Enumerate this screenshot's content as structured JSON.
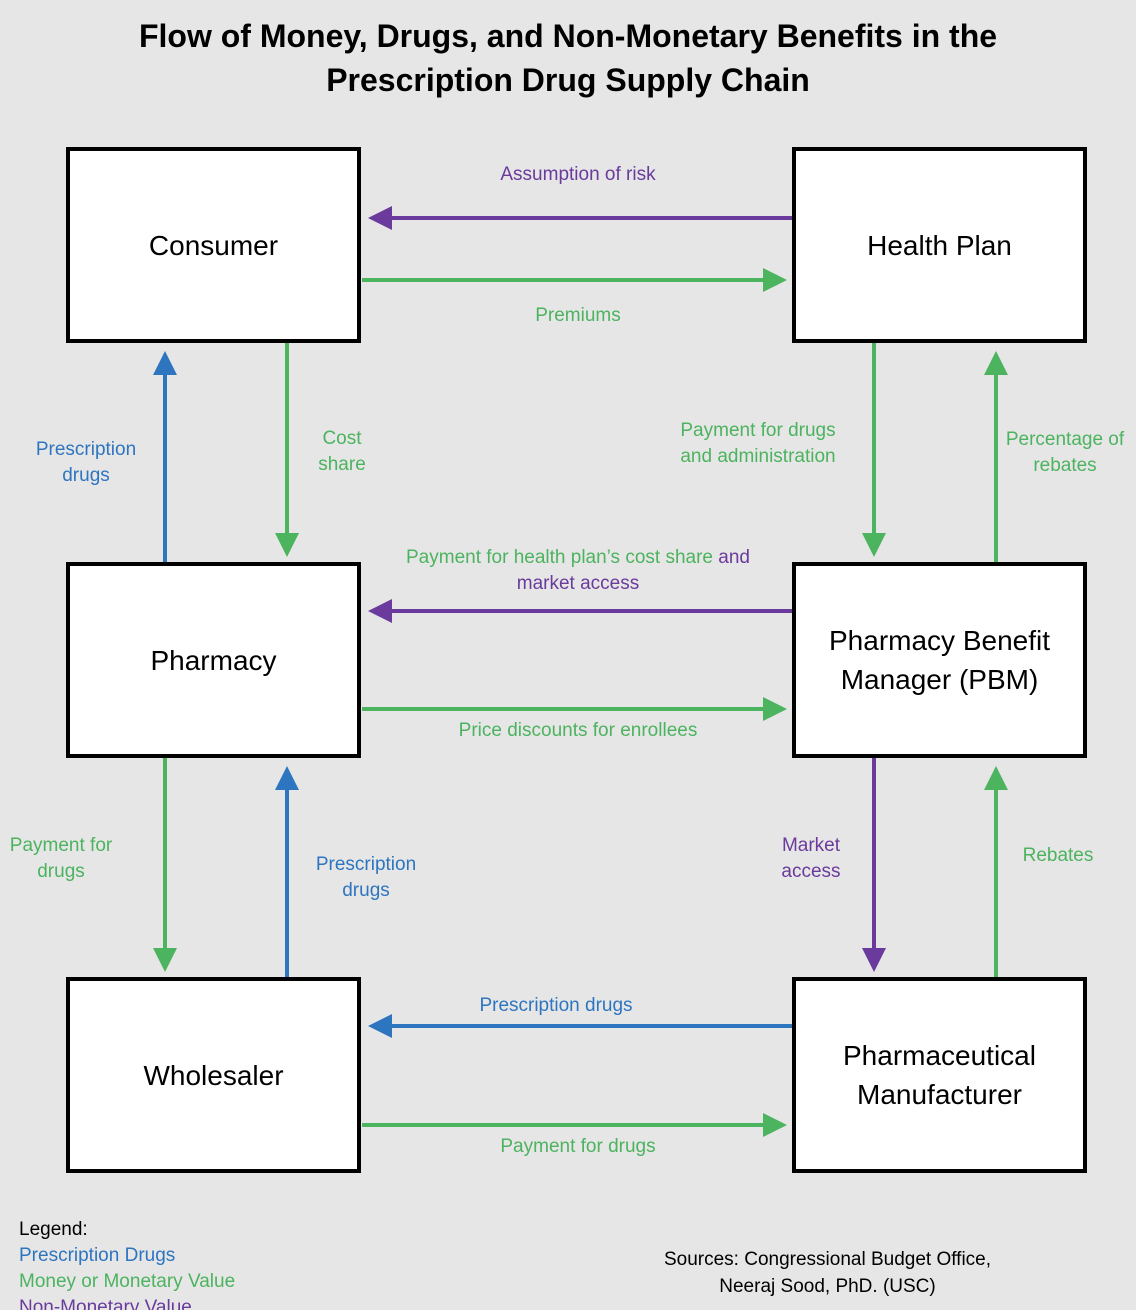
{
  "title_line1": "Flow of Money, Drugs, and Non-Monetary Benefits in the",
  "title_line2": "Prescription Drug Supply Chain",
  "colors": {
    "prescription_drugs": "#2e75c0",
    "money": "#4cb35f",
    "non_monetary": "#6a3a9c",
    "background": "#e6e6e6"
  },
  "nodes": {
    "consumer": "Consumer",
    "health_plan": "Health Plan",
    "pharmacy": "Pharmacy",
    "pbm_line1": "Pharmacy Benefit",
    "pbm_line2": "Manager (PBM)",
    "wholesaler": "Wholesaler",
    "manufacturer_line1": "Pharmaceutical",
    "manufacturer_line2": "Manufacturer"
  },
  "edges": {
    "assumption_of_risk": "Assumption of risk",
    "premiums": "Premiums",
    "rx_pharmacy_consumer_1": "Prescription",
    "rx_pharmacy_consumer_2": "drugs",
    "cost_share_1": "Cost",
    "cost_share_2": "share",
    "plan_payment_1": "Payment for drugs",
    "plan_payment_2": "and administration",
    "pct_rebates_1": "Percentage of",
    "pct_rebates_2": "rebates",
    "pbm_to_pharmacy_green": "Payment for health plan’s cost share",
    "pbm_to_pharmacy_purple_1": "and",
    "pbm_to_pharmacy_purple_2": "market access",
    "price_discounts": "Price discounts for enrollees",
    "pharmacy_payment_1": "Payment for",
    "pharmacy_payment_2": "drugs",
    "rx_wholesaler_pharmacy_1": "Prescription",
    "rx_wholesaler_pharmacy_2": "drugs",
    "market_access_1": "Market",
    "market_access_2": "access",
    "rebates": "Rebates",
    "rx_manufacturer_wholesaler": "Prescription drugs",
    "wholesaler_payment": "Payment for drugs"
  },
  "legend": {
    "heading": "Legend:",
    "prescription_drugs": "Prescription Drugs",
    "money": "Money or Monetary Value",
    "non_monetary": "Non-Monetary Value"
  },
  "sources": {
    "line1": "Sources: Congressional Budget Office,",
    "line2": "Neeraj Sood, PhD. (USC)"
  }
}
